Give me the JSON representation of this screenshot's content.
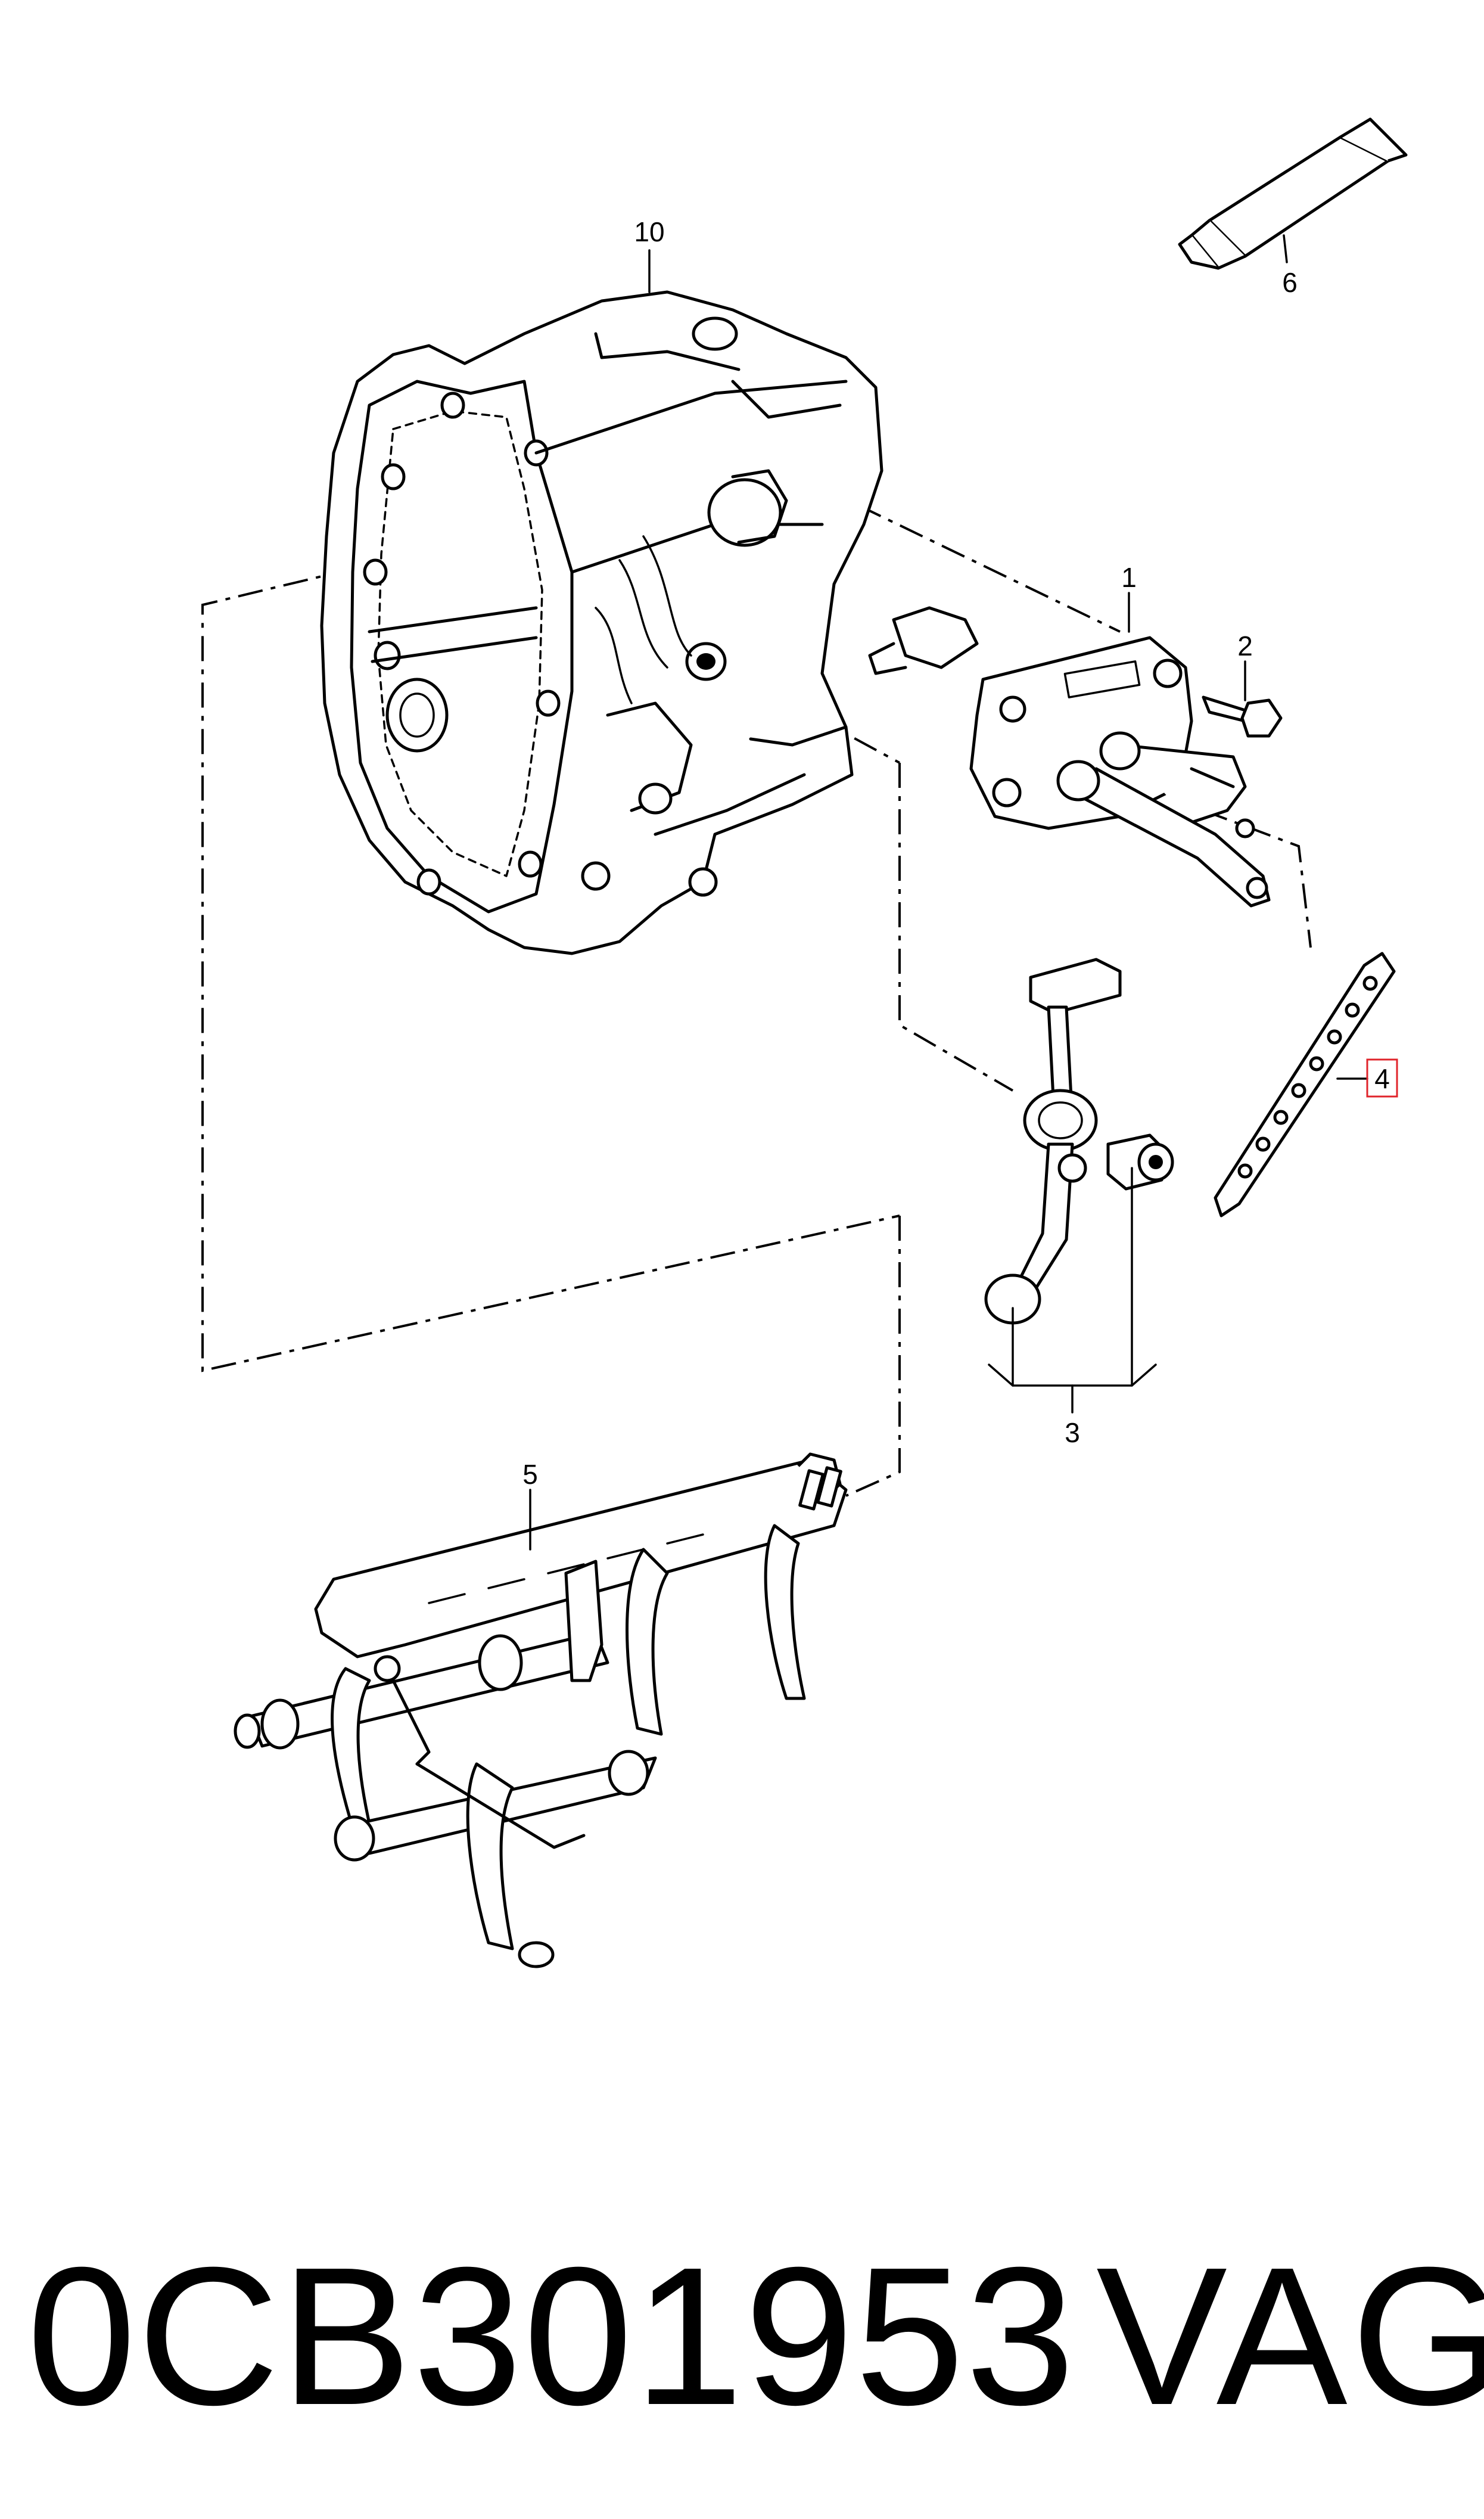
{
  "callouts": {
    "c10": "10",
    "c6": "6",
    "c1": "1",
    "c2": "2",
    "c4": "4",
    "c3": "3",
    "c5": "5"
  },
  "highlight_color": "#e0242b",
  "footer": {
    "part_number": "0CB301953",
    "brand": "VAG"
  }
}
